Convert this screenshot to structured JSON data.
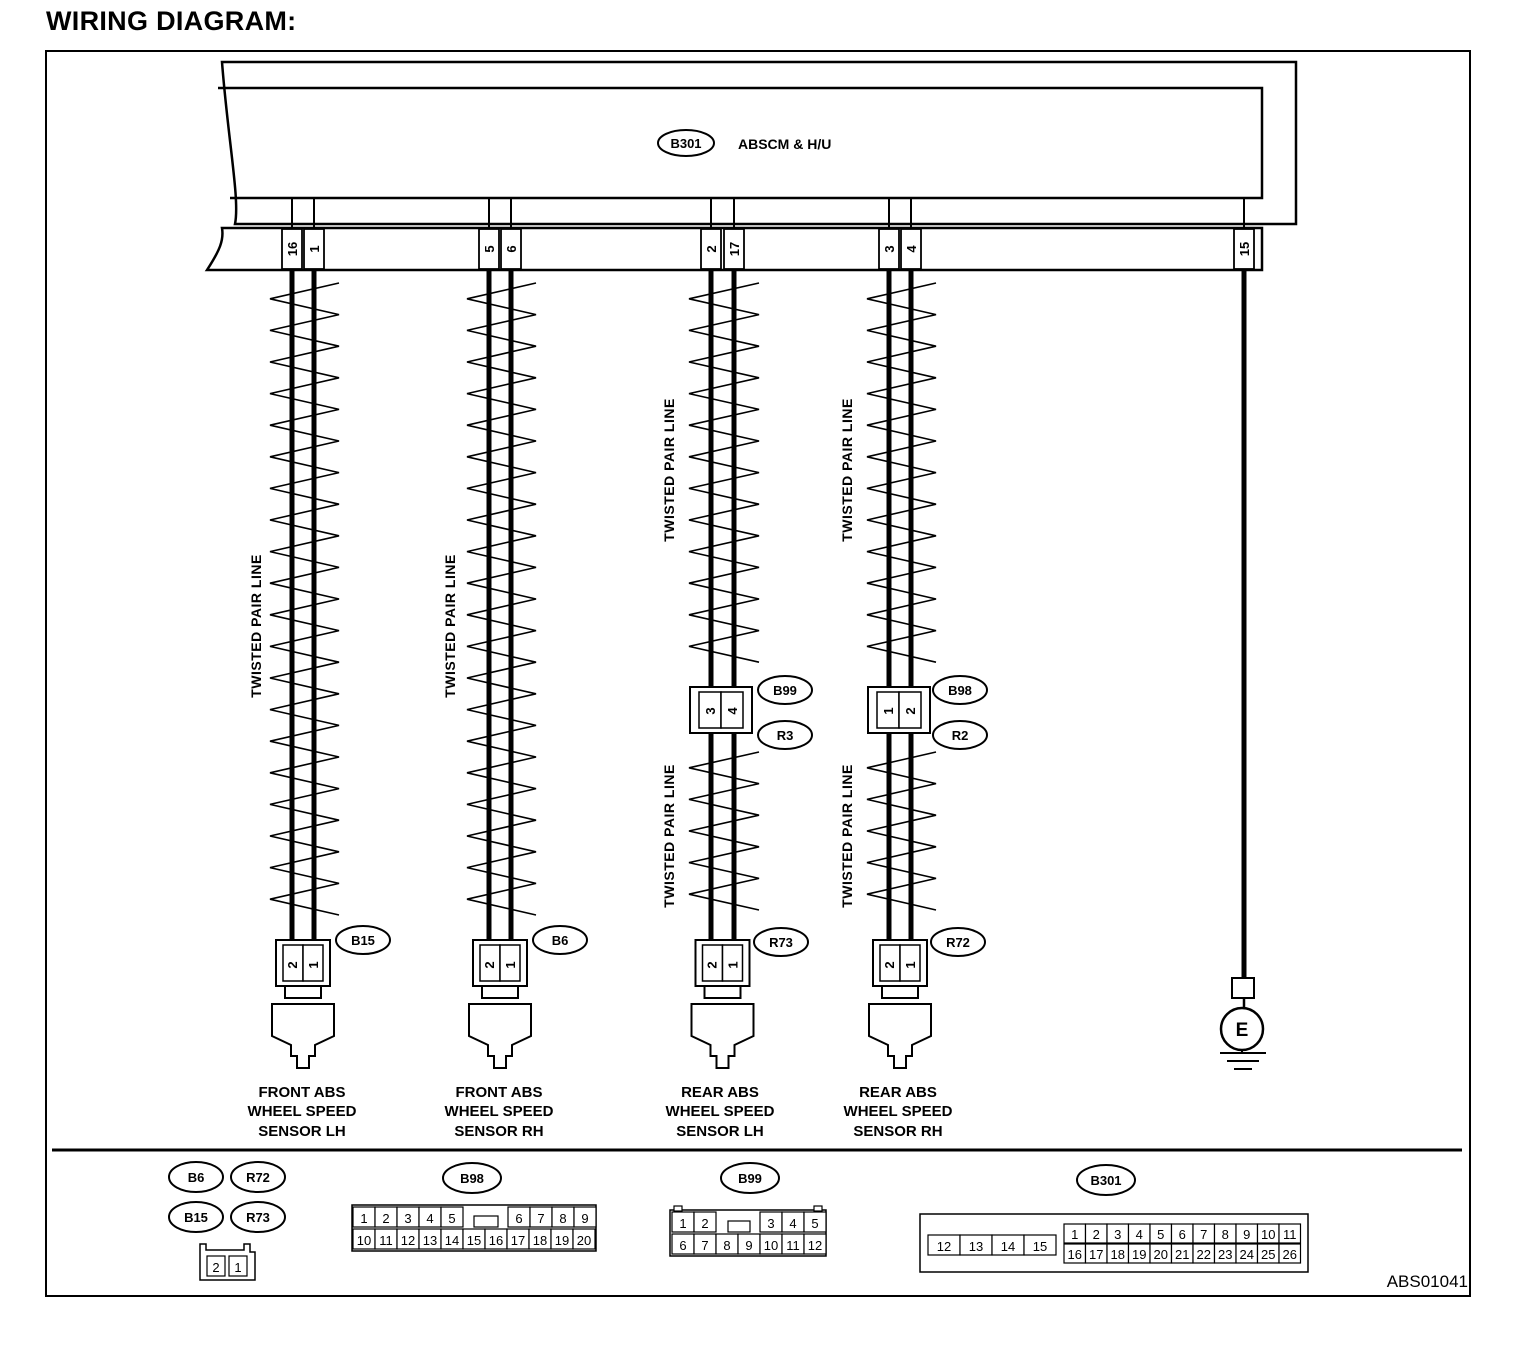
{
  "page_title": "WIRING DIAGRAM:",
  "drawing_number": "ABS01041",
  "module": {
    "connector": "B301",
    "name": "ABSCM & H/U"
  },
  "twisted_pair_label": "TWISTED PAIR LINE",
  "ground_symbol": "E",
  "circuits": [
    {
      "pins": [
        "16",
        "1"
      ],
      "sensor_connector": "B15",
      "sensor_pins": [
        "2",
        "1"
      ],
      "sensor_name": [
        "FRONT ABS",
        "WHEEL SPEED",
        "SENSOR LH"
      ]
    },
    {
      "pins": [
        "5",
        "6"
      ],
      "sensor_connector": "B6",
      "sensor_pins": [
        "2",
        "1"
      ],
      "sensor_name": [
        "FRONT ABS",
        "WHEEL SPEED",
        "SENSOR RH"
      ]
    },
    {
      "pins": [
        "2",
        "17"
      ],
      "joint_connector_upper": "B99",
      "joint_pins": [
        "3",
        "4"
      ],
      "joint_connector_lower": "R3",
      "sensor_connector": "R73",
      "sensor_pins": [
        "2",
        "1"
      ],
      "sensor_name": [
        "REAR ABS",
        "WHEEL SPEED",
        "SENSOR LH"
      ]
    },
    {
      "pins": [
        "3",
        "4"
      ],
      "joint_connector_upper": "B98",
      "joint_pins": [
        "1",
        "2"
      ],
      "joint_connector_lower": "R2",
      "sensor_connector": "R72",
      "sensor_pins": [
        "2",
        "1"
      ],
      "sensor_name": [
        "REAR ABS",
        "WHEEL SPEED",
        "SENSOR RH"
      ]
    }
  ],
  "ground_pin": "15",
  "connector_views": {
    "sensor": {
      "labels": [
        "B6",
        "R72",
        "B15",
        "R73"
      ],
      "pins": [
        "2",
        "1"
      ]
    },
    "b98": {
      "label": "B98",
      "row1": [
        "1",
        "2",
        "3",
        "4",
        "5",
        "6",
        "7",
        "8",
        "9"
      ],
      "row2": [
        "10",
        "11",
        "12",
        "13",
        "14",
        "15",
        "16",
        "17",
        "18",
        "19",
        "20"
      ]
    },
    "b99": {
      "label": "B99",
      "row1": [
        "1",
        "2",
        "3",
        "4",
        "5"
      ],
      "row2": [
        "6",
        "7",
        "8",
        "9",
        "10",
        "11",
        "12"
      ]
    },
    "b301": {
      "label": "B301",
      "left": [
        "12",
        "13",
        "14",
        "15"
      ],
      "row1": [
        "1",
        "2",
        "3",
        "4",
        "5",
        "6",
        "7",
        "8",
        "9",
        "10",
        "11"
      ],
      "row2": [
        "16",
        "17",
        "18",
        "19",
        "20",
        "21",
        "22",
        "23",
        "24",
        "25",
        "26"
      ]
    }
  }
}
